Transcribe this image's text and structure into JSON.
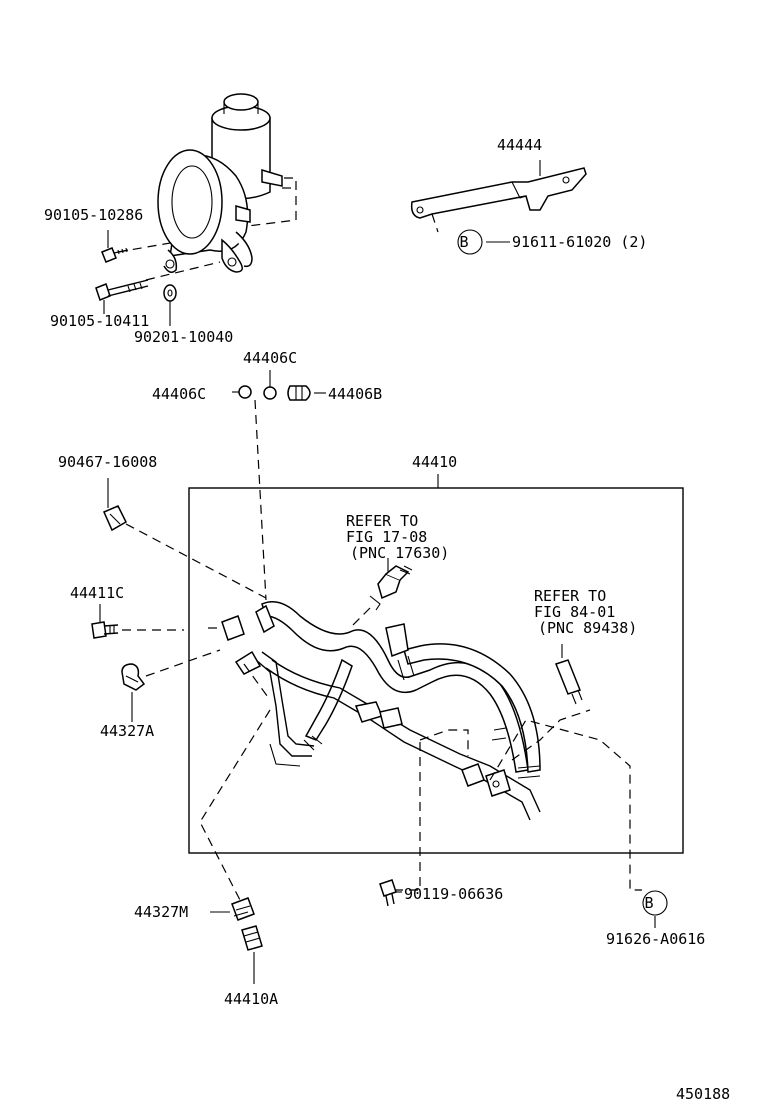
{
  "labels": {
    "p44444": "44444",
    "p90105_10286": "90105-10286",
    "p91611": "91611-61020 (2)",
    "p90105_10411": "90105-10411",
    "p90201": "90201-10040",
    "p44406c_top": "44406C",
    "p44406c_left": "44406C",
    "p44406b": "44406B",
    "p90467": "90467-16008",
    "p44410": "44410",
    "refer1_a": "REFER TO",
    "refer1_b": "FIG 17-08",
    "refer1_c": "(PNC 17630)",
    "refer2_a": "REFER TO",
    "refer2_b": "FIG 84-01",
    "refer2_c": "(PNC 89438)",
    "p44411c": "44411C",
    "p44327a": "44327A",
    "p44327m": "44327M",
    "p90119": "90119-06636",
    "p91626": "91626-A0616",
    "p44410a": "44410A",
    "fig_no": "450188",
    "marker_b1": "B",
    "marker_b2": "B"
  }
}
